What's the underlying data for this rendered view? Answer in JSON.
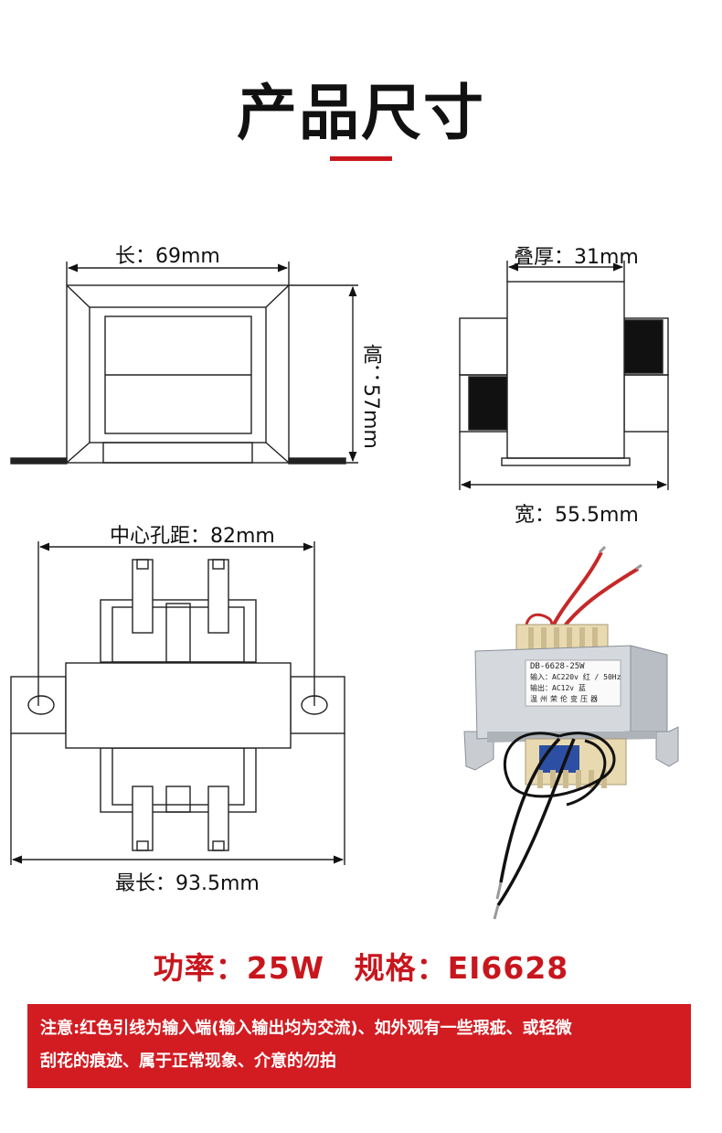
{
  "page": {
    "title": "产品尺寸",
    "accent_color": "#c8161d"
  },
  "dimensions": {
    "length": "长：69mm",
    "height": "高：57mm",
    "stack_thickness": "叠厚：31mm",
    "width": "宽：55.5mm",
    "hole_spacing": "中心孔距：82mm",
    "max_length": "最长：93.5mm"
  },
  "product_label": {
    "model": "DB-6628-25W",
    "input": "输入：AC220v 红 / 50Hz",
    "output": "输出：AC12v 蓝",
    "maker": "温州荣伦变压器"
  },
  "specs": {
    "power": "功率：25W",
    "model": "规格：EI6628"
  },
  "notice": {
    "line1": "注意:红色引线为输入端(输入输出均为交流)、如外观有一些瑕疵、或轻微",
    "line2": "刮花的痕迹、属于正常现象、介意的勿拍"
  }
}
